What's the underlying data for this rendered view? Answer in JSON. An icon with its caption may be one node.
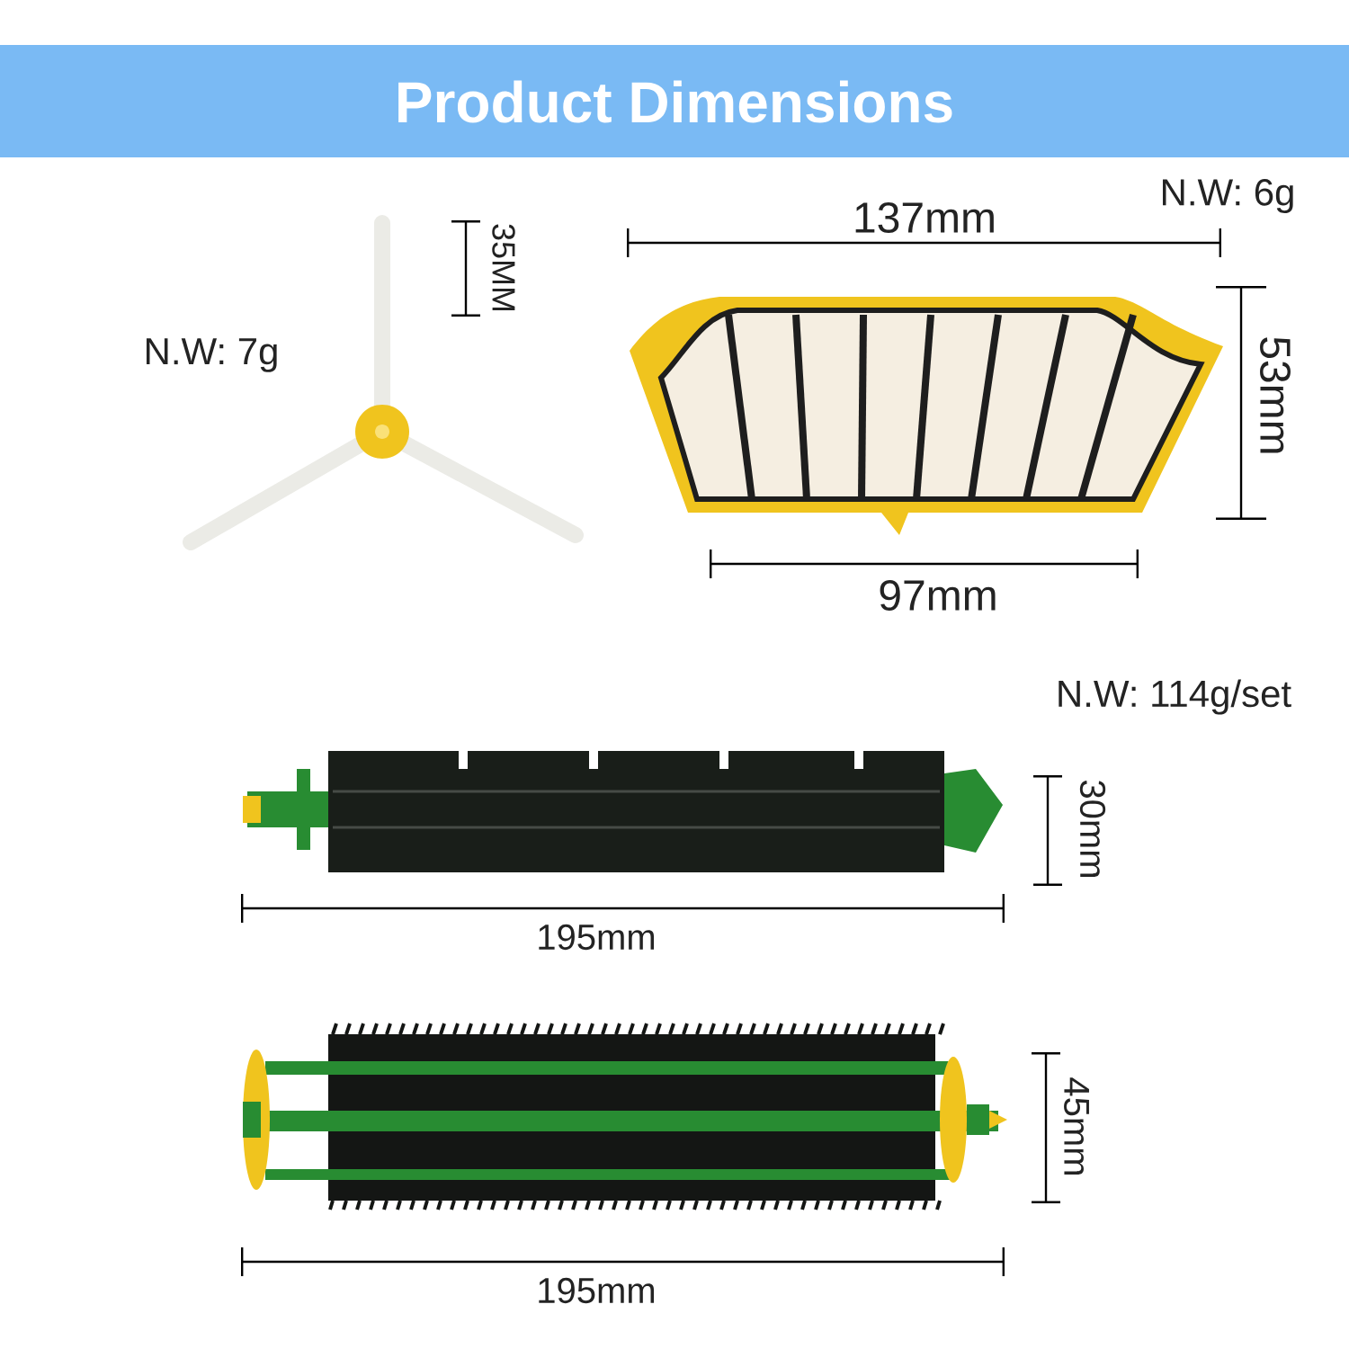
{
  "diagram": {
    "title": "Product Dimensions",
    "labels": [
      "35MM",
      "N.W: 7g",
      "137mm",
      "N.W: 6g",
      "53mm",
      "97mm",
      "N.W: 114g/set",
      "30mm",
      "195mm",
      "45mm",
      "195mm"
    ]
  }
}
